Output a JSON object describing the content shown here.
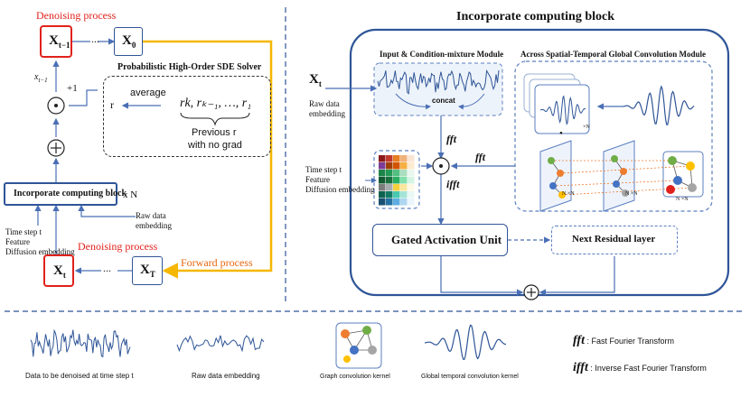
{
  "left": {
    "denoising_top": "Denoising process",
    "x_t_minus_1": "X",
    "x_t_minus_1_sub": "t−1",
    "dots_top": "...",
    "x_0": "X",
    "x_0_sub": "0",
    "x_t_minus_1_small": "x",
    "x_t_minus_1_small_sub": "t−1",
    "solver_title": "Probabilistic High-Order SDE Solver",
    "plus_one": "+1",
    "r_label": "r",
    "average": "average",
    "r_seq_main": "r",
    "r_seq_rest": "k, rₖ₋₁, …, r₁",
    "previous_r_1": "Previous r",
    "previous_r_2": "with no grad",
    "odot": "⊙",
    "oplus": "+",
    "block_label": "Incorporate computing block",
    "times_n": "x N",
    "cond_1": "Time step t",
    "cond_2": "Feature",
    "cond_3": "Diffusion embedding",
    "raw_1": "Raw data",
    "raw_2": "embedding",
    "denoising_bottom": "Denoising process",
    "x_t": "X",
    "x_t_sub": "t",
    "dots_bottom": "...",
    "x_T": "X",
    "x_T_sub": "T",
    "forward": "Forward process"
  },
  "right": {
    "title": "Incorporate computing block",
    "input_module": "Input & Condition-mixture  Module",
    "across_module": "Across Spatial-Temporal Global Convolution Module",
    "x_t": "X",
    "x_t_sub": "t",
    "raw_1": "Raw data",
    "raw_2": "embedding",
    "concat": "concat",
    "fft_1": "fft",
    "fft_2": "fft",
    "ifft": "ifft",
    "cond_1": "Time step t",
    "cond_2": "Feature",
    "cond_3": "Diffusion embedding",
    "xn_1": "×N",
    "xn_2": "N ×N",
    "xn_3": "N ×N",
    "xn_4": "N ×N",
    "gated": "Gated Activation Unit",
    "next": "Next Residual layer",
    "dot": "•"
  },
  "legend": {
    "denoise": "Data to be denoised at time step t",
    "raw": "Raw data embedding",
    "graph": "Graph convolution kernel",
    "global": "Global temporal convolution kernel",
    "fft_sym": "fft",
    "fft_desc": " : Fast Fourier Transform",
    "ifft_sym": "ifft",
    "ifft_desc": " : Inverse Fast Fourier Transform"
  },
  "colors": {
    "blue": "#2f5597",
    "light_blue": "#6d8fc7",
    "orange": "#f5b700",
    "red": "#e0211b"
  }
}
